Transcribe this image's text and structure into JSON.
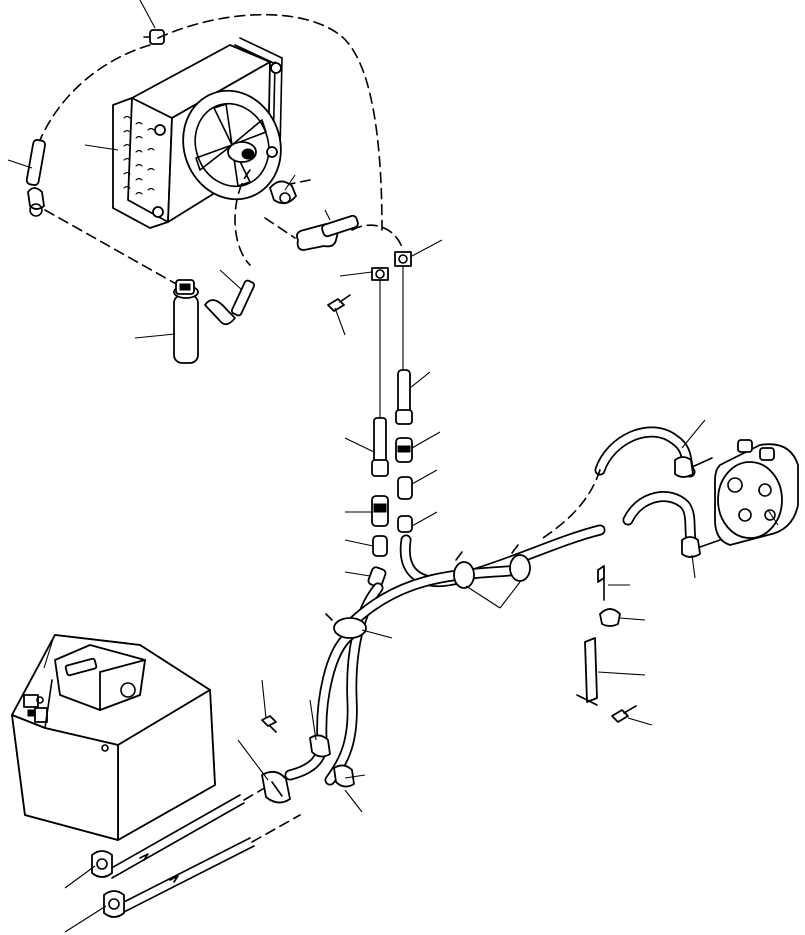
{
  "diagram": {
    "components": [
      {
        "name": "condenser-fan-assembly"
      },
      {
        "name": "receiver-drier"
      },
      {
        "name": "compressor"
      },
      {
        "name": "heater-unit"
      },
      {
        "name": "bracket"
      }
    ],
    "connectors": [
      {
        "from": "condenser-fan-assembly",
        "to": "receiver-drier",
        "style": "dashed"
      },
      {
        "from": "condenser-fan-assembly",
        "to": "compressor",
        "style": "hose"
      },
      {
        "from": "receiver-drier",
        "to": "compressor",
        "style": "hose"
      },
      {
        "from": "compressor",
        "to": "heater-unit",
        "style": "hose"
      }
    ]
  }
}
